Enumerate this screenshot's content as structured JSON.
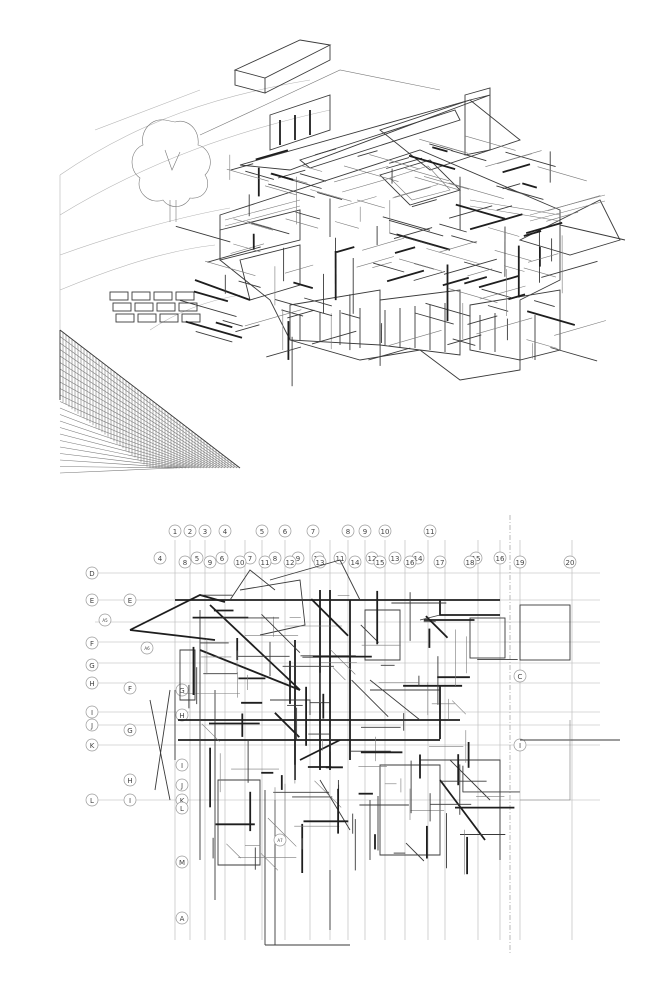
{
  "title": "",
  "top_view": {
    "label": ""
  },
  "plan_view": {
    "column_bubbles": [
      "1",
      "2",
      "3",
      "4",
      "5",
      "6",
      "7",
      "8",
      "9",
      "10",
      "11",
      "12",
      "13",
      "14",
      "15",
      "16",
      "17",
      "18",
      "19",
      "20"
    ],
    "row_bubbles": [
      "A",
      "B",
      "C",
      "D",
      "E",
      "F",
      "G",
      "H",
      "I",
      "J",
      "K",
      "L",
      "M"
    ],
    "callout_marks": [
      "A5",
      "A6",
      "A7"
    ]
  },
  "colors": {
    "ink": "#1e1e1e",
    "line": "#3a3a3a",
    "faint": "#b5b5b5",
    "paper": "#ffffff"
  }
}
